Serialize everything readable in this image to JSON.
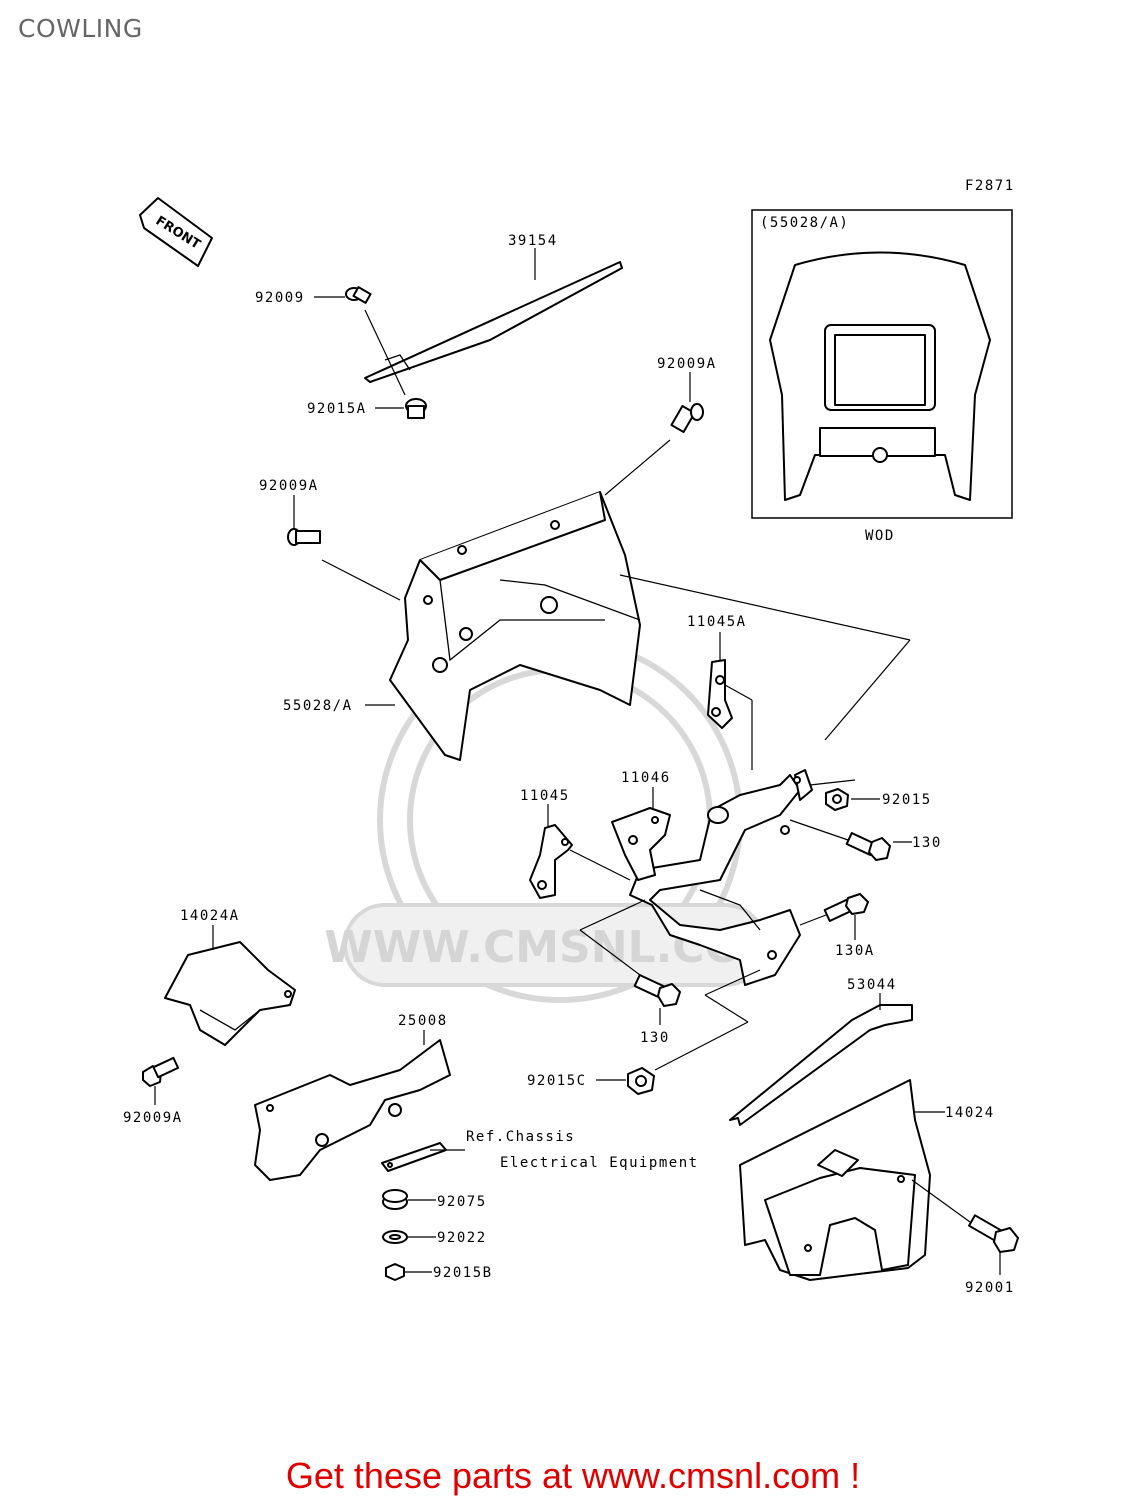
{
  "page_title": "COWLING",
  "figure_code": "F2871",
  "front_arrow_label": "FRONT",
  "inset": {
    "title": "(55028/A)",
    "caption": "WOD"
  },
  "callouts": {
    "p39154": "39154",
    "p92009": "92009",
    "p92015A": "92015A",
    "p92009A_top": "92009A",
    "p92009A_left": "92009A",
    "p55028A": "55028/A",
    "p11045A": "11045A",
    "p11046": "11046",
    "p11045": "11045",
    "p92015": "92015",
    "p130_right": "130",
    "p130A": "130A",
    "p130_bottom": "130",
    "p14024A": "14024A",
    "p92009A_bottom": "92009A",
    "p25008": "25008",
    "p92015C": "92015C",
    "p53044": "53044",
    "p14024": "14024",
    "p92001": "92001",
    "p92075": "92075",
    "p92022": "92022",
    "p92015B": "92015B"
  },
  "reference_note": {
    "line1": "Ref.Chassis",
    "line2": "Electrical Equipment"
  },
  "watermark": "WWW.CMSNL.COM",
  "footer_text": "Get these parts at www.cmsnl.com !"
}
